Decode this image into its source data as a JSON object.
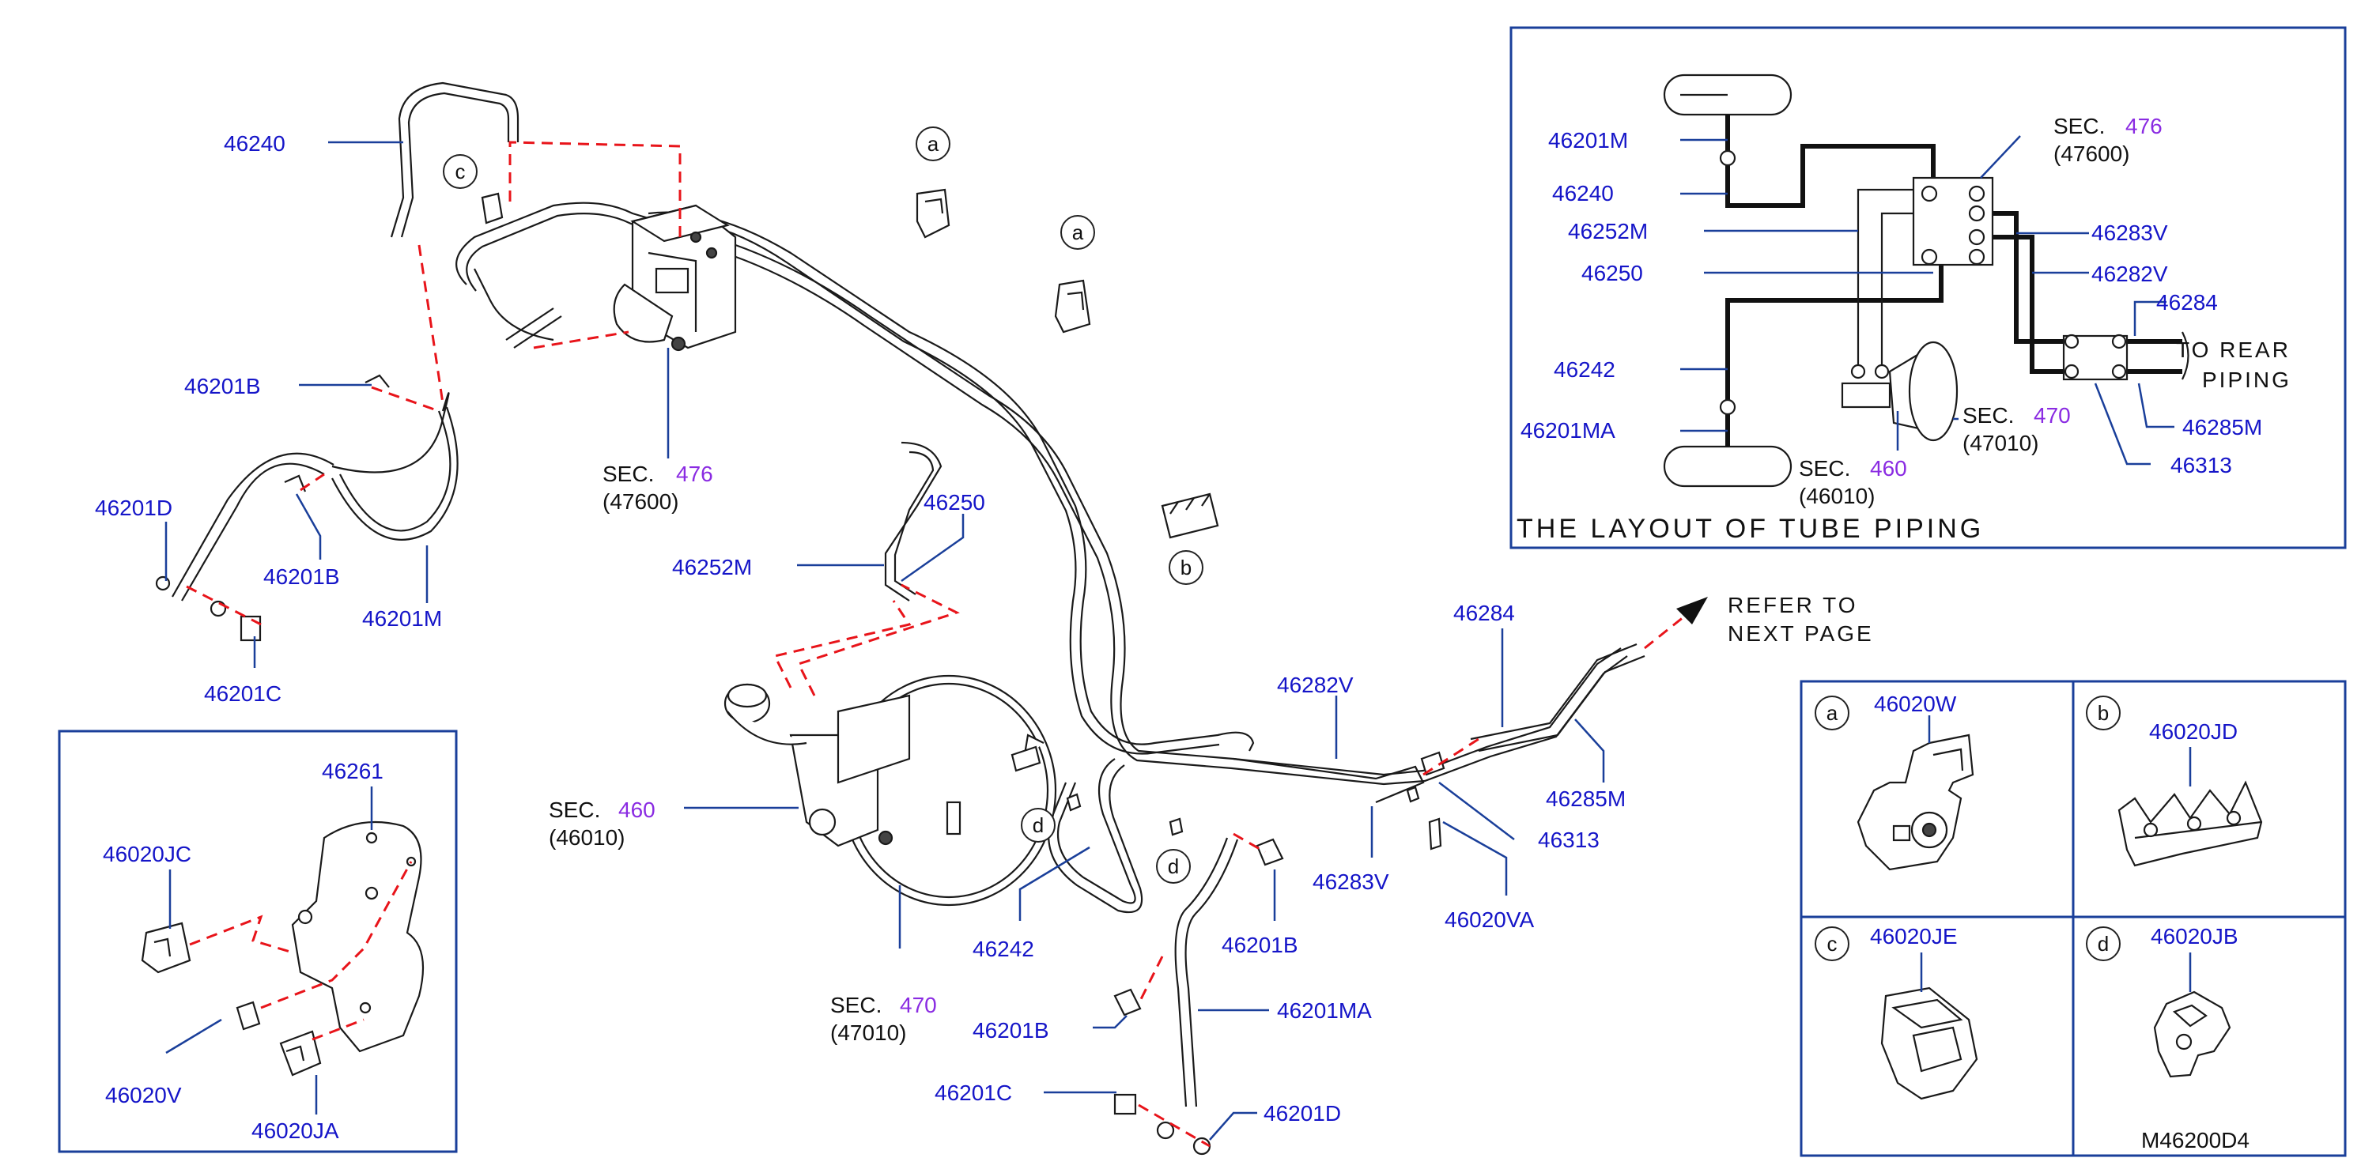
{
  "diagram_code": "M46200D4",
  "sec_label": "SEC.",
  "main_labels": {
    "p46240": "46240",
    "p46201B_a": "46201B",
    "p46201D_a": "46201D",
    "p46201B_b": "46201B",
    "p46201M": "46201M",
    "p46201C_a": "46201C",
    "sec476_num": "476",
    "sec476_sub": "(47600)",
    "p46250": "46250",
    "p46252M": "46252M",
    "sec460_num": "460",
    "sec460_sub": "(46010)",
    "sec470_num": "470",
    "sec470_sub": "(47010)",
    "p46242": "46242",
    "p46282V": "46282V",
    "p46284": "46284",
    "p46285M": "46285M",
    "p46313": "46313",
    "p46283V": "46283V",
    "p46020VA": "46020VA",
    "p46201B_c": "46201B",
    "p46201MA": "46201MA",
    "p46201B_d": "46201B",
    "p46201C_b": "46201C",
    "p46201D_b": "46201D",
    "refer_1": "REFER TO",
    "refer_2": "NEXT PAGE"
  },
  "callouts": {
    "a1": "a",
    "a2": "a",
    "b1": "b",
    "c1": "c",
    "d1": "d",
    "d2": "d"
  },
  "bracket_box": {
    "p46261": "46261",
    "p46020JC": "46020JC",
    "p46020V": "46020V",
    "p46020JA": "46020JA"
  },
  "layout_box": {
    "title": "THE LAYOUT OF TUBE PIPING",
    "p46201M": "46201M",
    "p46240": "46240",
    "p46252M": "46252M",
    "p46250": "46250",
    "p46242": "46242",
    "p46201MA": "46201MA",
    "sec476_num": "476",
    "sec476_sub": "(47600)",
    "p46283V": "46283V",
    "p46282V": "46282V",
    "p46284": "46284",
    "to_rear_1": "TO REAR",
    "to_rear_2": "PIPING",
    "p46285M": "46285M",
    "p46313": "46313",
    "sec470_num": "470",
    "sec470_sub": "(47010)",
    "sec460_num": "460",
    "sec460_sub": "(46010)"
  },
  "clip_grid": {
    "cells": [
      {
        "letter": "a",
        "part": "46020W"
      },
      {
        "letter": "b",
        "part": "46020JD"
      },
      {
        "letter": "c",
        "part": "46020JE"
      },
      {
        "letter": "d",
        "part": "46020JB"
      }
    ]
  },
  "colors": {
    "part_number": "#1515c8",
    "sec_number": "#8a2be2",
    "leader": "#1a3f9a",
    "dashed_link": "#e8141a"
  }
}
